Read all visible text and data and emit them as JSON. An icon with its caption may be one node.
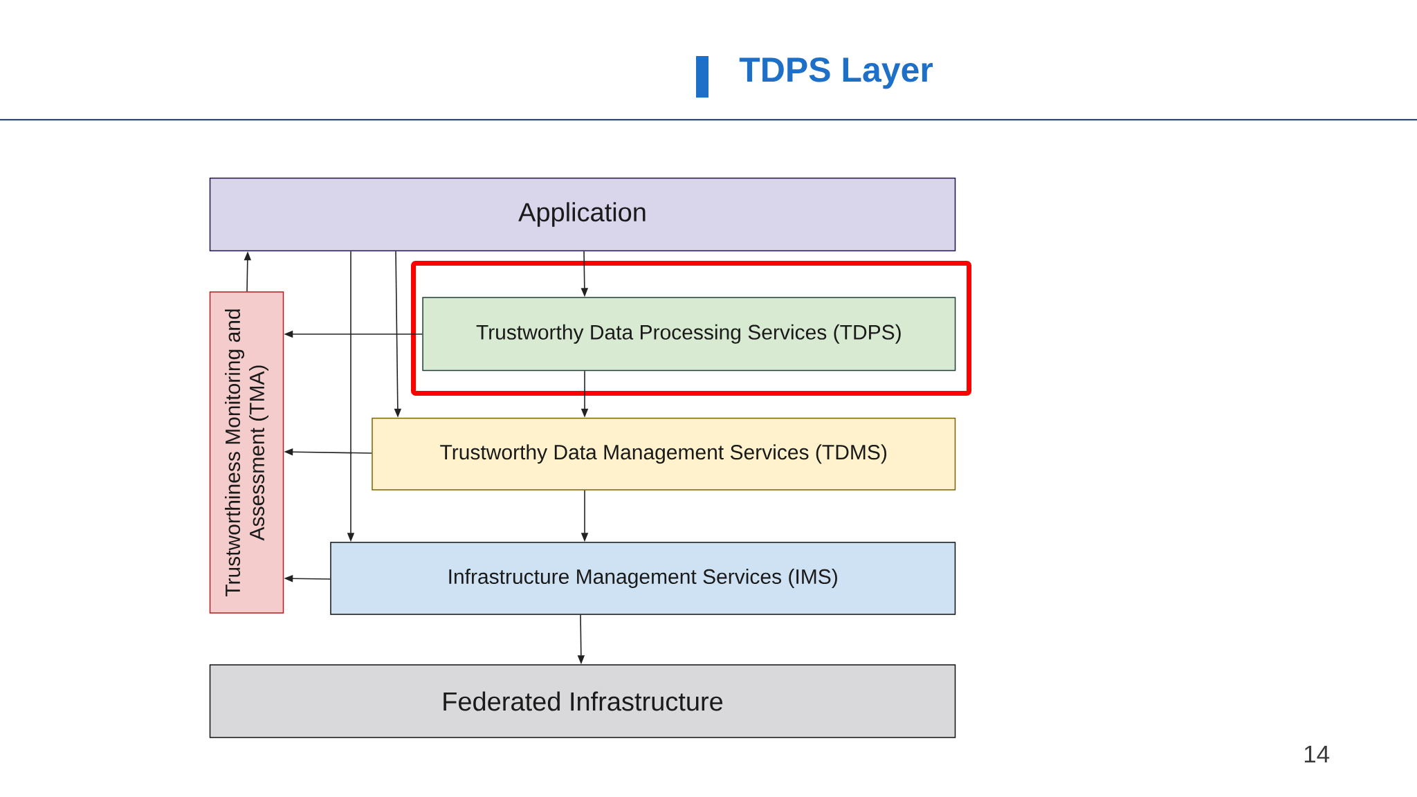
{
  "diagram": {
    "title": "TDPS Layer",
    "nodes": [
      {
        "text": [
          "Application"
        ]
      },
      {
        "text": [
          "Trustworthiness Monitoring and Assessment (TMA)"
        ]
      },
      {
        "text": [],
        "shape": "box"
      },
      {
        "text": [
          "Trustworthy Data Processing Services (TDPS)"
        ],
        "in": 2
      },
      {
        "text": [
          "Trustworthy Data Management Services (TDMS)"
        ]
      },
      {
        "text": [
          "Infrastructure Management Services (IMS)"
        ]
      },
      {
        "text": [
          "Federated Infrastructure"
        ]
      }
    ],
    "edges": [
      {
        "from": 1,
        "to": 0,
        "arrow": "to"
      },
      {
        "from": 0,
        "to": 5,
        "arrow": "to"
      },
      {
        "from": 0,
        "to": 4,
        "arrow": "to"
      },
      {
        "from": 0,
        "to": 3,
        "arrow": "to"
      },
      {
        "from": 3,
        "to": 1,
        "arrow": "to"
      },
      {
        "from": 3,
        "to": 4,
        "arrow": "to"
      },
      {
        "from": 4,
        "to": 1,
        "arrow": "to"
      },
      {
        "from": 4,
        "to": 5,
        "arrow": "to"
      },
      {
        "from": 5,
        "to": 1,
        "arrow": "to"
      },
      {
        "from": 5,
        "to": 6,
        "arrow": "to"
      }
    ],
    "labels": [
      "14"
    ]
  }
}
